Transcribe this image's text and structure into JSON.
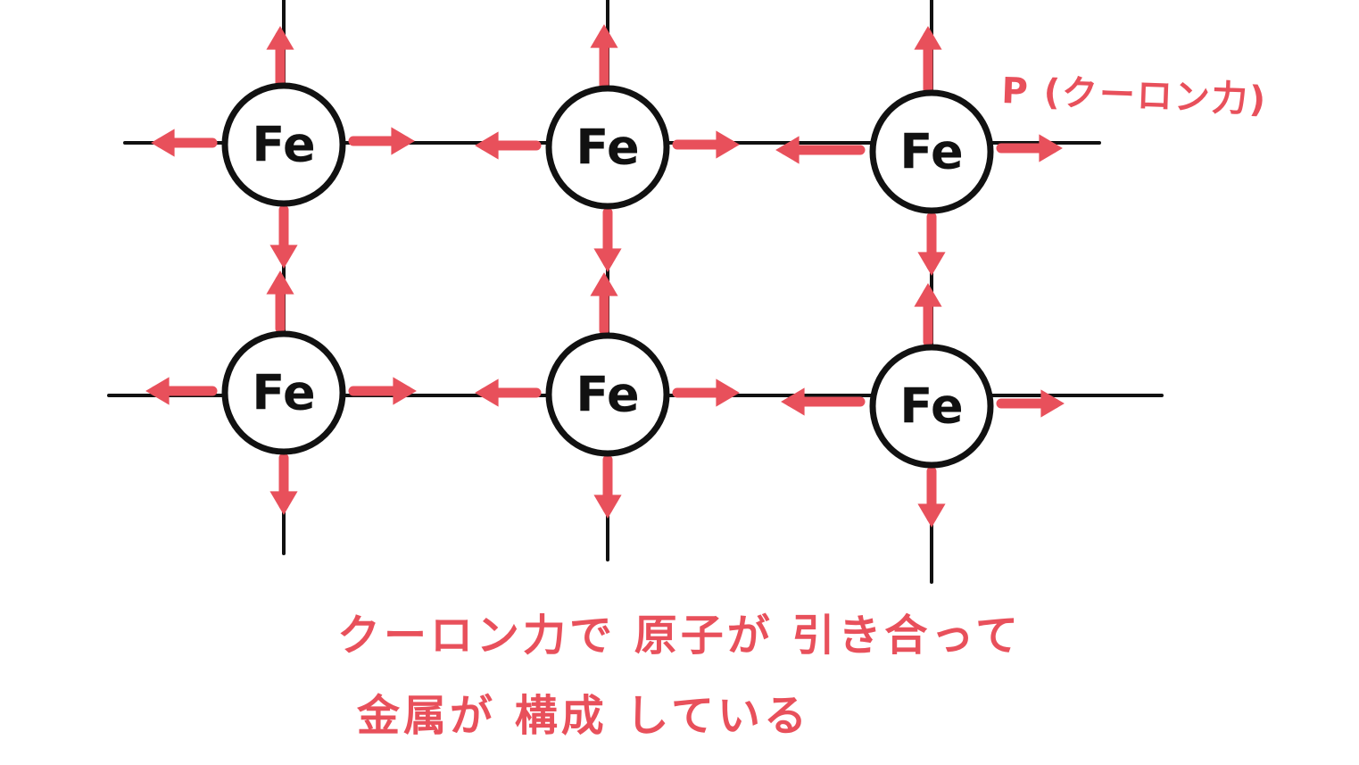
{
  "diagram": {
    "atom_label": "Fe",
    "force_label": "P (クーロン力)",
    "caption_line1": "クーロン力で 原子が 引き合って",
    "caption_line2": "金属が 構成 している"
  },
  "colors": {
    "arrow_red": "#e8505b",
    "line_black": "#111111",
    "background": "#ffffff"
  }
}
